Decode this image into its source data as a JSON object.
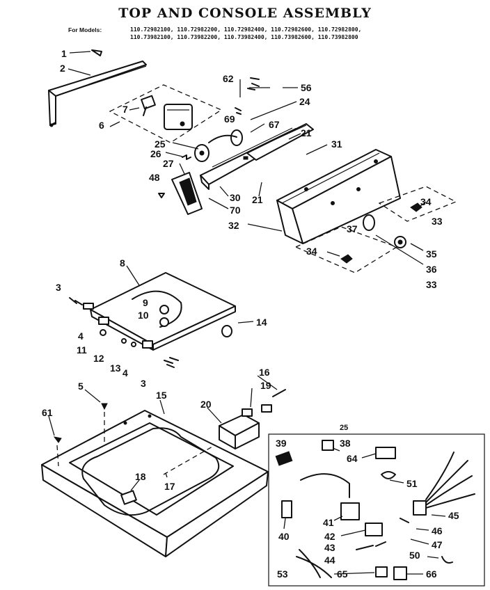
{
  "title": "TOP AND CONSOLE ASSEMBLY",
  "models": {
    "label": "For Models:",
    "line1": "110.72982100, 110.72982200, 110.72982400, 110.72982600, 110.72982800,",
    "line2": "110.73982100, 110.73982200, 110.73982400, 110.73982600, 110.73982800"
  },
  "callouts": {
    "c1": "1",
    "c2": "2",
    "c3a": "3",
    "c3b": "3",
    "c4a": "4",
    "c4b": "4",
    "c5": "5",
    "c6": "6",
    "c7": "7",
    "c8": "8",
    "c9": "9",
    "c10": "10",
    "c11": "11",
    "c12": "12",
    "c13": "13",
    "c14": "14",
    "c15": "15",
    "c16": "16",
    "c17": "17",
    "c18": "18",
    "c19": "19",
    "c20": "20",
    "c21a": "21",
    "c21b": "21",
    "c24": "24",
    "c25": "25",
    "c26": "26",
    "c27": "27",
    "c30": "30",
    "c31": "31",
    "c32": "32",
    "c33a": "33",
    "c33b": "33",
    "c34a": "34",
    "c34b": "34",
    "c35": "35",
    "c36": "36",
    "c37": "37",
    "c48": "48",
    "c56": "56",
    "c61": "61",
    "c62": "62",
    "c67": "67",
    "c69": "69",
    "c70": "70",
    "inset": "25",
    "c38": "38",
    "c39": "39",
    "c40": "40",
    "c41": "41",
    "c42": "42",
    "c43": "43",
    "c44": "44",
    "c45": "45",
    "c46": "46",
    "c47": "47",
    "c50": "50",
    "c51": "51",
    "c53": "53",
    "c64": "64",
    "c65": "65",
    "c66": "66"
  }
}
